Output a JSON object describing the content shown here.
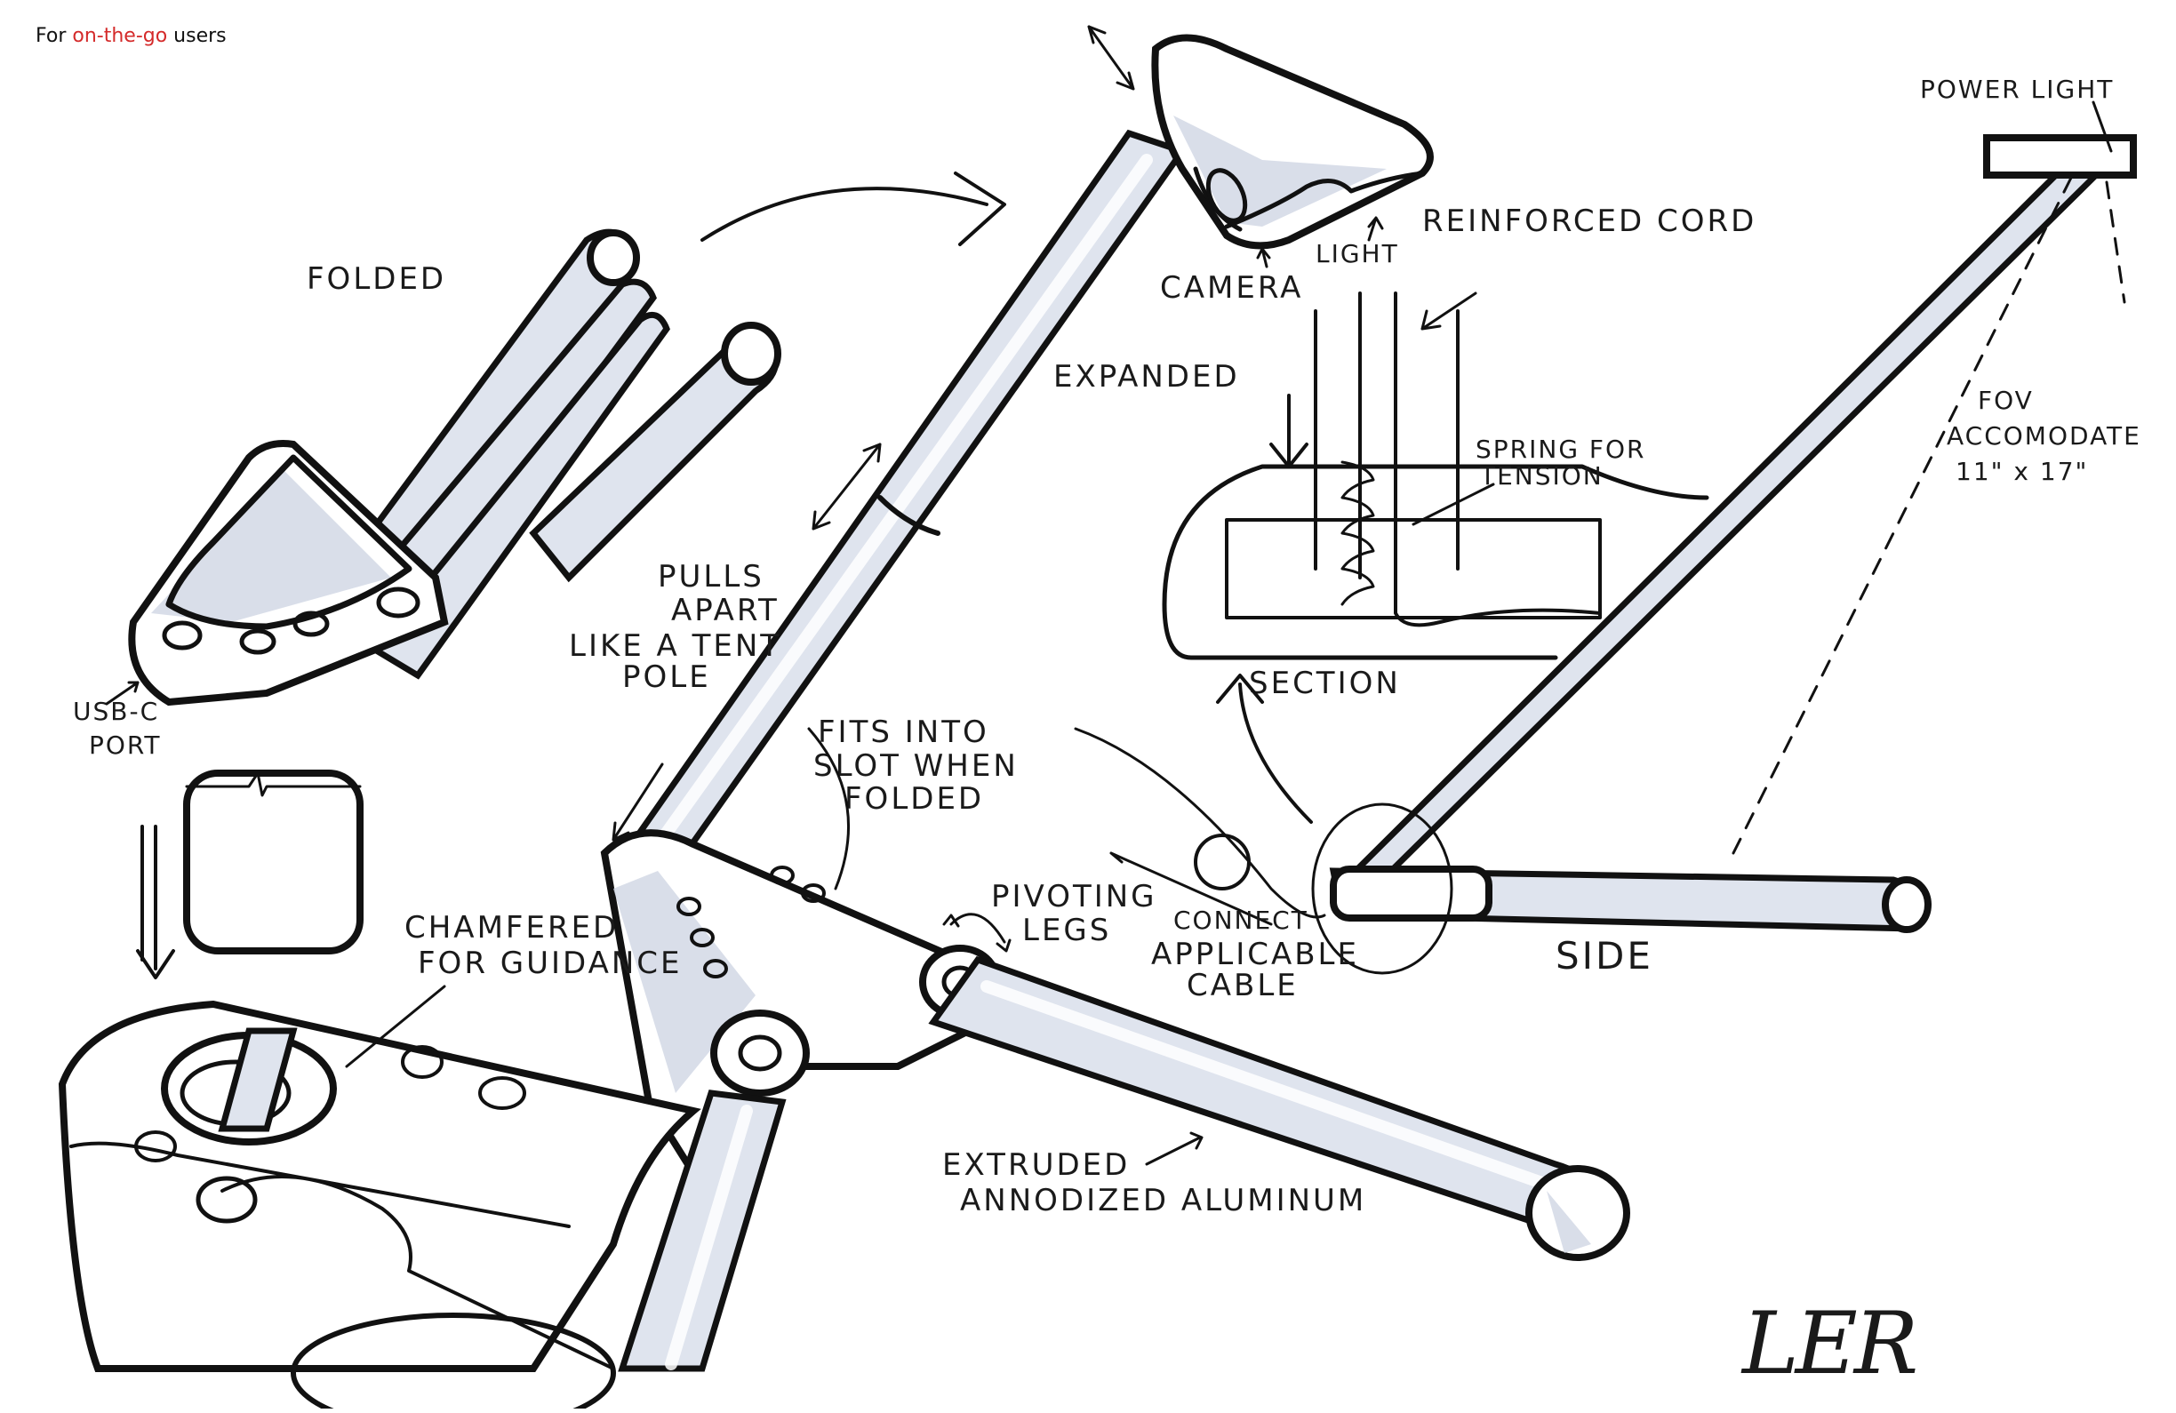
{
  "caption": {
    "prefix": "For ",
    "highlight": "on-the-go",
    "suffix": " users",
    "highlight_color": "#d42a2a"
  },
  "labels": {
    "folded": "FOLDED",
    "usbc_line1": "USB-C",
    "usbc_line2": "PORT",
    "camera": "CAMERA",
    "light": "LIGHT",
    "expanded": "EXPANDED",
    "reinforced_cord": "REINFORCED CORD",
    "spring_line1": "SPRING FOR",
    "spring_line2": "TENSION",
    "section": "SECTION",
    "power_light": "POWER LIGHT",
    "fov_line1": "FOV",
    "fov_line2": "ACCOMODATE",
    "fov_line3": "11\" x 17\"",
    "pulls_line1": "PULLS",
    "pulls_line2": "APART",
    "pulls_line3": "LIKE A TENT",
    "pulls_line4": "POLE",
    "fits_line1": "FITS INTO",
    "fits_line2": "SLOT WHEN",
    "fits_line3": "FOLDED",
    "pivoting_line1": "PIVOTING",
    "pivoting_line2": "LEGS",
    "connect_line1": "CONNECT",
    "connect_line2": "APPLICABLE",
    "connect_line3": "CABLE",
    "side": "SIDE",
    "chamfered_line1": "CHAMFERED",
    "chamfered_line2": "FOR GUIDANCE",
    "extruded_line1": "EXTRUDED",
    "extruded_line2": "ANNODIZED ALUMINUM",
    "signature": "LER"
  },
  "colors": {
    "ink": "#111111",
    "marker": "#dfe4ee",
    "accent": "#d42a2a"
  }
}
